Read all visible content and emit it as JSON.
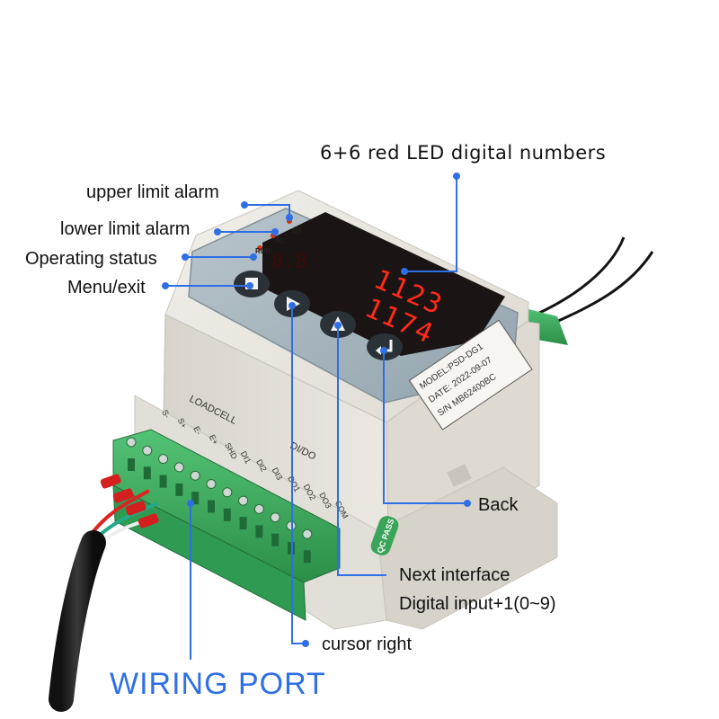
{
  "colors": {
    "leader": "#2f6fe6",
    "wiring_text": "#2f6fe6",
    "led": "#ff2a1a",
    "housing": "#e6e3dc",
    "panel": "#a9b7c0",
    "terminal": "#3aaa5c"
  },
  "labels": {
    "led_display": "6+6 red LED digital numbers",
    "upper_alarm": "upper limit alarm",
    "lower_alarm": "lower limit alarm",
    "operating_status": "Operating status",
    "menu_exit": "Menu/exit",
    "back": "Back",
    "next_interface": "Next interface",
    "digital_input": "Digital input+1(0~9)",
    "cursor_right": "cursor right",
    "wiring_port": "WIRING PORT"
  },
  "device": {
    "indicators": [
      "AH",
      "AL",
      "RUN"
    ],
    "display_top": "1123",
    "display_bottom": "1174",
    "buttons": [
      "square-icon",
      "play-icon",
      "triangle-up-icon",
      "enter-icon"
    ],
    "model_label": {
      "model": "MODEL:PSD-DG1",
      "date": "DATE:  2022-09-07",
      "sn": "S/N    MB62400BC"
    },
    "terminal_group_left": "LOADCELL",
    "terminal_group_right": "DI/DO",
    "terminal_pins": [
      "S-",
      "S+",
      "E-",
      "E+",
      "SHD",
      "DI1",
      "DI2",
      "DI3",
      "DO1",
      "DO2",
      "DO3",
      "COM"
    ],
    "badge": "QC PASS"
  }
}
